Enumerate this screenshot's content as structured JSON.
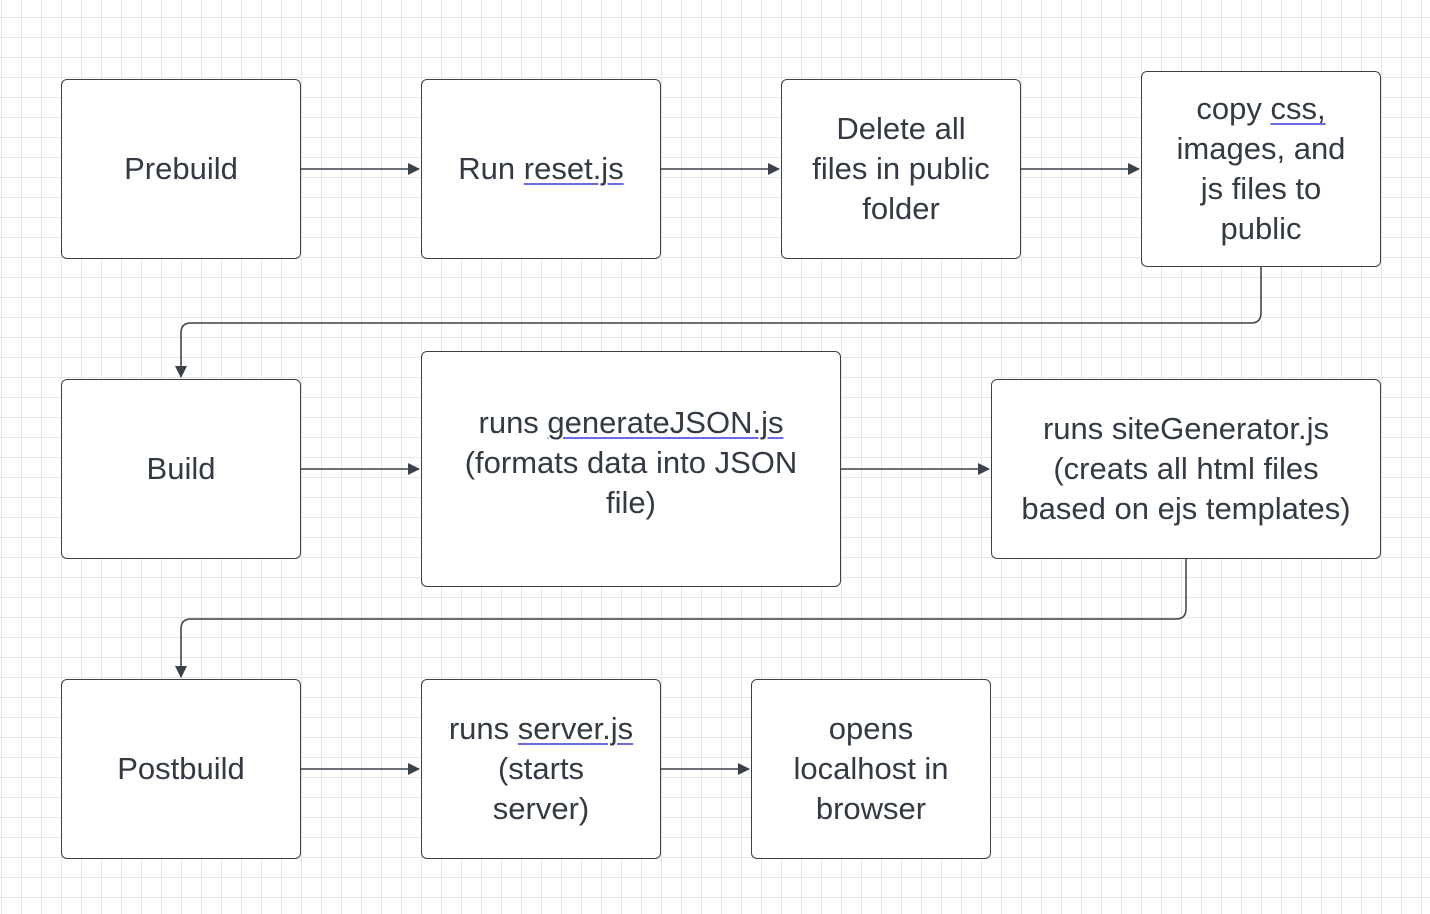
{
  "diagram": {
    "nodes": {
      "prebuild": {
        "label": "Prebuild"
      },
      "reset": {
        "prefix": "Run ",
        "link": "reset.js"
      },
      "delete": {
        "line1": "Delete all",
        "line2": "files in public",
        "line3": "folder"
      },
      "copy": {
        "prefix": "copy ",
        "link": "css,",
        "line2": "images, and",
        "line3": "js files to",
        "line4": "public"
      },
      "build": {
        "label": "Build"
      },
      "json": {
        "prefix": "runs ",
        "link": "generateJSON.js",
        "line2": "(formats data into JSON",
        "line3": "file)"
      },
      "sitegen": {
        "line1": "runs siteGenerator.js",
        "line2": "(creats all html files",
        "line3": "based on ejs templates)"
      },
      "postbuild": {
        "label": "Postbuild"
      },
      "server": {
        "prefix": "runs ",
        "link": "server.js",
        "line2": "(starts",
        "line3": "server)"
      },
      "localhost": {
        "line1": "opens",
        "line2": "localhost in",
        "line3": "browser"
      }
    },
    "edges": [
      {
        "from": "Prebuild",
        "to": "Run reset.js"
      },
      {
        "from": "Run reset.js",
        "to": "Delete all files in public folder"
      },
      {
        "from": "Delete all files in public folder",
        "to": "copy css, images, and js files to public"
      },
      {
        "from": "copy css, images, and js files to public",
        "to": "Build"
      },
      {
        "from": "Build",
        "to": "runs generateJSON.js (formats data into JSON file)"
      },
      {
        "from": "runs generateJSON.js (formats data into JSON file)",
        "to": "runs siteGenerator.js (creats all html files based on ejs templates)"
      },
      {
        "from": "runs siteGenerator.js (creats all html files based on ejs templates)",
        "to": "Postbuild"
      },
      {
        "from": "Postbuild",
        "to": "runs server.js (starts server)"
      },
      {
        "from": "runs server.js (starts server)",
        "to": "opens localhost in browser"
      }
    ],
    "colors": {
      "stroke": "#3a414a",
      "text": "#333a43",
      "grid": "#e6e6e6",
      "link_underline": "#6b6be8",
      "background": "#ffffff"
    }
  }
}
